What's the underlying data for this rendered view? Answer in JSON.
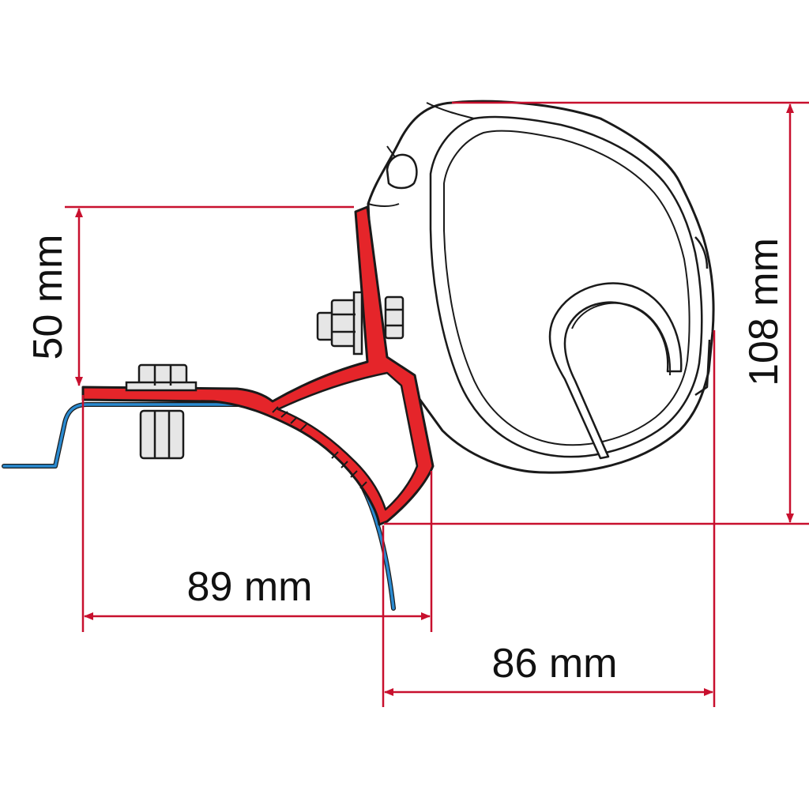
{
  "dimensions": {
    "height_small": "50 mm",
    "height_large": "108 mm",
    "width_left": "89 mm",
    "width_right": "86 mm"
  },
  "colors": {
    "dimension_line": "#c8102e",
    "bracket_fill": "#e5252a",
    "vehicle_roof": "#2a8ad0",
    "outline": "#1a1a1a",
    "bolt_fill": "#e6e6e6"
  }
}
